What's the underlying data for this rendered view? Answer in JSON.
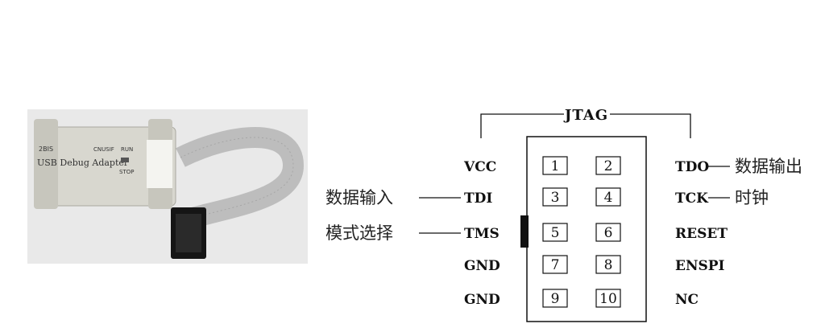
{
  "photo": {
    "label_line1": "USB Debug Adapter",
    "label_small": "CNUSIF",
    "label_id": "2BIS",
    "label_run": "RUN",
    "label_stop": "STOP"
  },
  "connector": {
    "title": "JTAG",
    "pins": [
      {
        "num": "1"
      },
      {
        "num": "2"
      },
      {
        "num": "3"
      },
      {
        "num": "4"
      },
      {
        "num": "5"
      },
      {
        "num": "6"
      },
      {
        "num": "7"
      },
      {
        "num": "8"
      },
      {
        "num": "9"
      },
      {
        "num": "10"
      }
    ],
    "left_signals": [
      "VCC",
      "TDI",
      "TMS",
      "GND",
      "GND"
    ],
    "right_signals": [
      "TDO",
      "TCK",
      "RESET",
      "ENSPI",
      "NC"
    ]
  },
  "annotations": {
    "tdi_note": "数据输入",
    "tms_note": "模式选择",
    "tdo_note": "数据输出",
    "tck_note": "时钟"
  }
}
